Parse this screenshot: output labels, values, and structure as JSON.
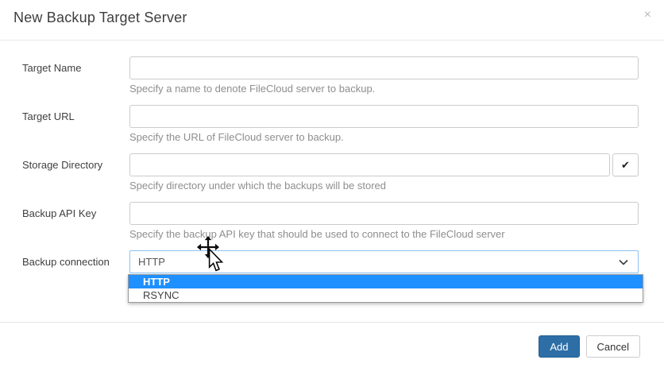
{
  "dialog": {
    "title": "New Backup Target Server"
  },
  "icons": {
    "close": "×",
    "check": "✔",
    "chevron_down": "⌄",
    "move_cursor": "move-cursor",
    "arrow_cursor": "arrow-pointer"
  },
  "fields": [
    {
      "label": "Target Name",
      "value": "",
      "help": "Specify a name to denote FileCloud server to backup."
    },
    {
      "label": "Target URL",
      "value": "",
      "help": "Specify the URL of FileCloud server to backup."
    },
    {
      "label": "Storage Directory",
      "value": "",
      "help": "Specify directory under which the backups will be stored"
    },
    {
      "label": "Backup API Key",
      "value": "",
      "help": "Specify the backup API key that should be used to connect to the FileCloud server"
    },
    {
      "label": "Backup connection",
      "value": "HTTP"
    }
  ],
  "dropdown": {
    "highlighted_index": 0,
    "highlight_color": "#1e90ff",
    "options": [
      {
        "label": "HTTP"
      },
      {
        "label": "RSYNC"
      }
    ]
  },
  "footer": {
    "add_label": "Add",
    "cancel_label": "Cancel"
  },
  "colors": {
    "accent_blue": "#2d6ea7",
    "select_focus_border": "#8bc1f0",
    "help_text": "#8e8e8e",
    "divider": "#e8e8e8"
  }
}
